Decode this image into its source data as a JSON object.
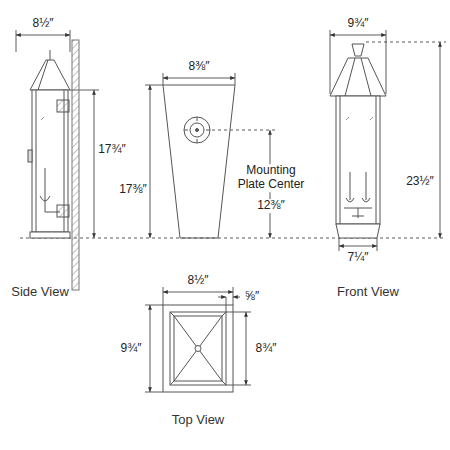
{
  "diagram": {
    "labels": [
      "8½″",
      "17¾″",
      "8⅜″",
      "17⅜″",
      "Mounting Plate Center",
      "12⅜″",
      "9¾″",
      "23½″",
      "7¼″",
      "Side View",
      "Front View",
      "8½″",
      "⅝″",
      "9¾″",
      "8¾″",
      "Top View"
    ]
  }
}
